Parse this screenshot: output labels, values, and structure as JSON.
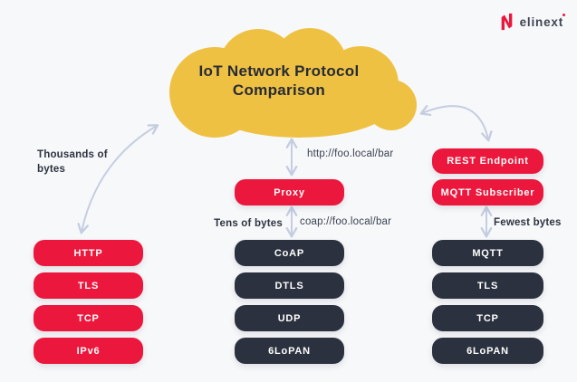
{
  "logo": {
    "brand": "elinext"
  },
  "cloud": {
    "title_line1": "IoT Network Protocol",
    "title_line2": "Comparison"
  },
  "labels": {
    "thousands_line1": "Thousands of",
    "thousands_line2": "bytes",
    "http_url": "http://foo.local/bar",
    "tens": "Tens of bytes",
    "coap_url": "coap://foo.local/bar",
    "fewest": "Fewest bytes"
  },
  "nodes": {
    "proxy": "Proxy",
    "rest_endpoint": "REST Endpoint",
    "mqtt_subscriber": "MQTT Subscriber",
    "left_stack": [
      "HTTP",
      "TLS",
      "TCP",
      "IPv6"
    ],
    "middle_stack": [
      "CoAP",
      "DTLS",
      "UDP",
      "6LoPAN"
    ],
    "right_stack": [
      "MQTT",
      "TLS",
      "TCP",
      "6LoPAN"
    ]
  },
  "colors": {
    "red": "#EB173C",
    "dark_navy": "#2B313E",
    "cloud_yellow": "#EFC143",
    "arrow": "#C5CDE0",
    "background": "#F7F8FA"
  }
}
